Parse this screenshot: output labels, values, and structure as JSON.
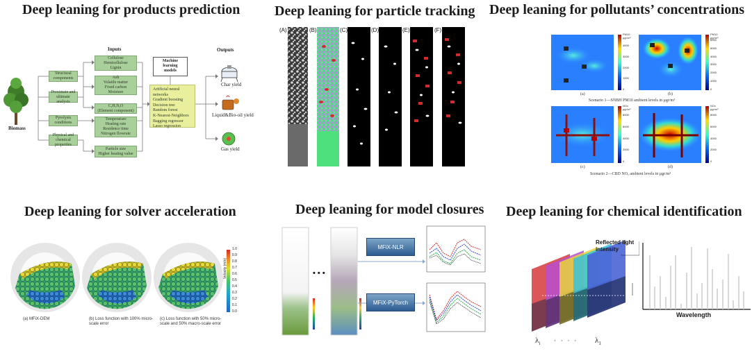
{
  "titles": {
    "products": "Deep leaning for products prediction",
    "particle": "Deep leaning for particle tracking",
    "pollutants": "Deep leaning for pollutants’ concentrations",
    "solver": "Deep leaning for solver acceleration",
    "closures": "Deep leaning for model closures",
    "chemical": "Deep leaning for chemical identification"
  },
  "products": {
    "biomass": "Biomass",
    "inputs_header": "Inputs",
    "outputs_header": "Outputs",
    "categories": [
      "Structural\ncomponents",
      "Proximate and\nultimate analysis",
      "Pyrolysis\nconditions",
      "Physical and\nchemical properties"
    ],
    "inputs": [
      "Cellulose\nHemicellulose\nLignin",
      "Ash\nVolatile matter\nFixed carbon\nMoisture",
      "C,H,N,O\n(Element component)",
      "Temperature\nHeating rate\nResidence time\nNitrogen flowrate",
      "Particle size\nHigher heating value"
    ],
    "ml_title": "Machine learning\nmodels",
    "ml_models": "Artificial neural networks\nGradient boosting\nDecision tree\nRandom forest\nK-Nearest-Neighbors\nBagging regressor\nLasso regression",
    "outputs": [
      "Char yield",
      "Liquid&Bio-oil yield",
      "Gas yield"
    ]
  },
  "particle": {
    "labels": [
      "(A)",
      "(B)",
      "(C)",
      "(D)",
      "(E)",
      "(F)"
    ]
  },
  "pollutants": {
    "subs": [
      "(a)",
      "(b)",
      "(c)",
      "(d)"
    ],
    "scenario1": "Scenario 1—SNBH PM10 ambient levels in  μgr/m³",
    "scenario2": "Scenario 2—CBD NOₓ ambient levels in  μgr/m³",
    "units_pm": "PM10\nμgr/m³",
    "units_nox": "NOx\nμgr/m³",
    "ticks_top": [
      "4000",
      "3000",
      "2000",
      "1000",
      "0"
    ],
    "ticks_top_b": [
      "6000",
      "5000",
      "4000",
      "3000",
      "2000",
      "1000",
      "0"
    ],
    "ticks_bottom": [
      "8000",
      "6000",
      "4000",
      "2000",
      "0"
    ]
  },
  "solver": {
    "colorbar_label": "Velocity (m/s)",
    "ticks": [
      "1.0",
      "0.9",
      "0.8",
      "0.7",
      "0.6",
      "0.5",
      "0.4",
      "0.3",
      "0.2",
      "0.1",
      "0.0"
    ],
    "captions": [
      "(a) MFiX-DEM",
      "(b) Loss function with 100% micro-\nscale error",
      "(c) Loss function with 50% micro-\nscale  and 50% macro-scale error"
    ]
  },
  "closures": {
    "ellipsis": "• • •",
    "models": [
      "MFiX-NLR",
      "MFiX-PyTorch"
    ]
  },
  "chemical": {
    "reflected": "Reflected light\nintensity",
    "wavelength": "Wavelength",
    "lambda_i": "λ",
    "lambda_i_sub": "i",
    "lambda_1": "λ",
    "lambda_1_sub": "1",
    "dots": "·   ·   ·   ·"
  }
}
